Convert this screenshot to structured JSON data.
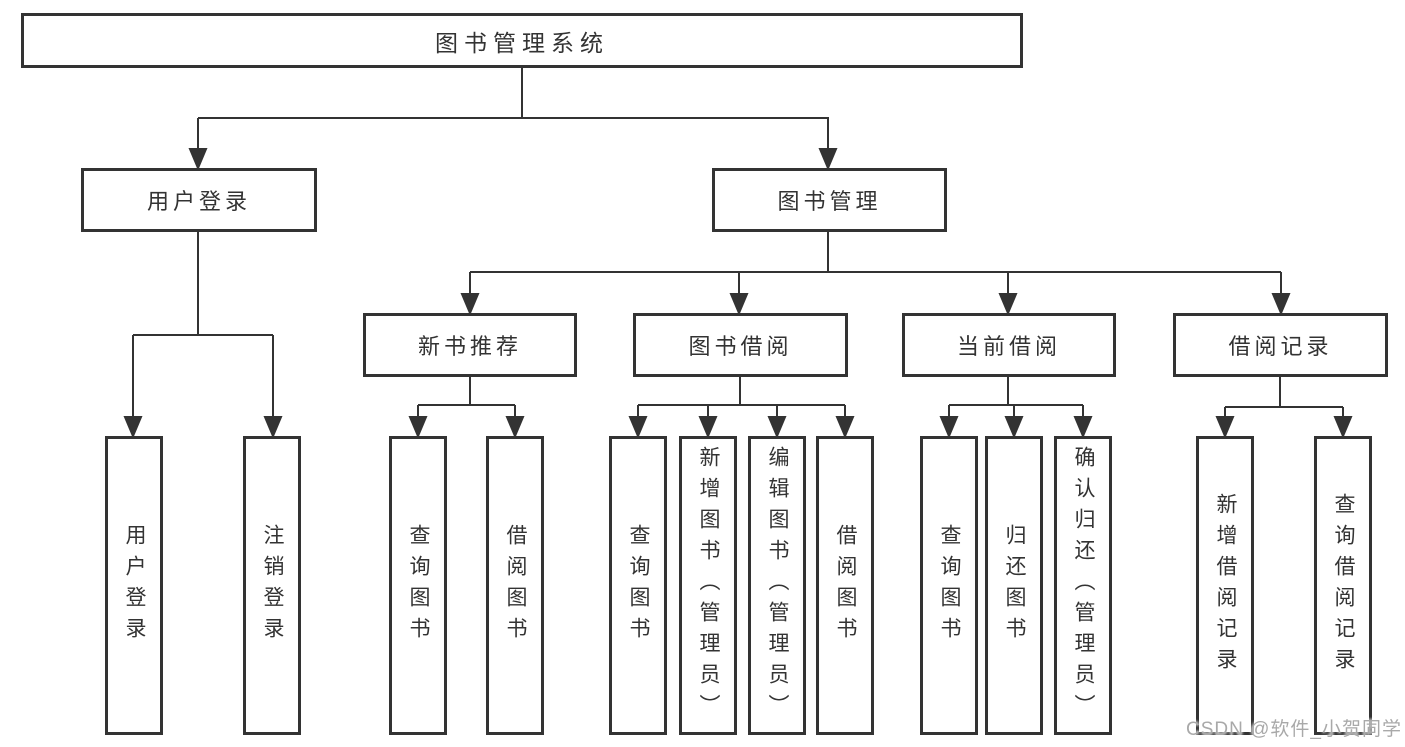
{
  "tree": {
    "root": {
      "label": "图书管理系统",
      "children": [
        {
          "label": "用户登录",
          "children": [
            {
              "label": "用户登录"
            },
            {
              "label": "注销登录"
            }
          ]
        },
        {
          "label": "图书管理",
          "children": [
            {
              "label": "新书推荐",
              "children": [
                {
                  "label": "查询图书"
                },
                {
                  "label": "借阅图书"
                }
              ]
            },
            {
              "label": "图书借阅",
              "children": [
                {
                  "label": "查询图书"
                },
                {
                  "label": "新增图书（管理员）"
                },
                {
                  "label": "编辑图书（管理员）"
                },
                {
                  "label": "借阅图书"
                }
              ]
            },
            {
              "label": "当前借阅",
              "children": [
                {
                  "label": "查询图书"
                },
                {
                  "label": "归还图书"
                },
                {
                  "label": "确认归还（管理员）"
                }
              ]
            },
            {
              "label": "借阅记录",
              "children": [
                {
                  "label": "新增借阅记录"
                },
                {
                  "label": "查询借阅记录"
                }
              ]
            }
          ]
        }
      ]
    }
  },
  "watermark": {
    "text": "CSDN @软件_小贺同学"
  },
  "colors": {
    "line": "#333333",
    "box_border": "#333333",
    "text": "#333333",
    "background": "#ffffff",
    "watermark": "#a9a9a9"
  }
}
